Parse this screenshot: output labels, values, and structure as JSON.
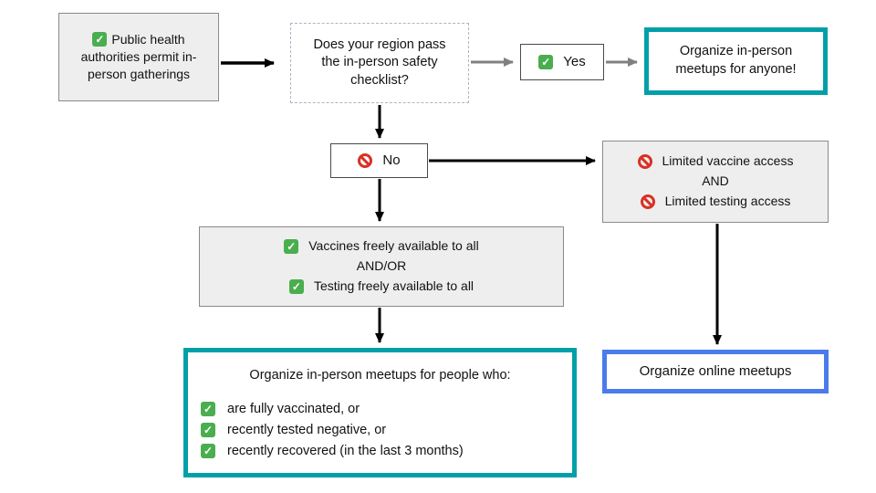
{
  "colors": {
    "teal_border": "#00a0a8",
    "blue_border": "#4b7bec",
    "gray_box_bg": "#eeeeee",
    "check_green": "#4aae4f",
    "prohibit_red": "#d93025",
    "arrow_black": "#000000",
    "arrow_gray": "#808080"
  },
  "nodes": {
    "permit": {
      "label": "Public health authorities permit in-person gatherings"
    },
    "checklist": {
      "label": "Does your region pass the in-person safety checklist?"
    },
    "yes": {
      "label": "Yes"
    },
    "meetups_anyone": {
      "label": "Organize in-person meetups for anyone!"
    },
    "no": {
      "label": "No"
    },
    "limited_access": {
      "line1": "Limited vaccine access",
      "connector": "AND",
      "line2": "Limited testing access"
    },
    "freely_available": {
      "line1": "Vaccines freely available to all",
      "connector": "AND/OR",
      "line2": "Testing freely available to all"
    },
    "meetups_people": {
      "title": "Organize in-person meetups for people who:",
      "items": [
        "are fully vaccinated, or",
        "recently tested negative, or",
        "recently recovered (in the last 3 months)"
      ]
    },
    "online_meetups": {
      "label": "Organize online meetups"
    }
  }
}
